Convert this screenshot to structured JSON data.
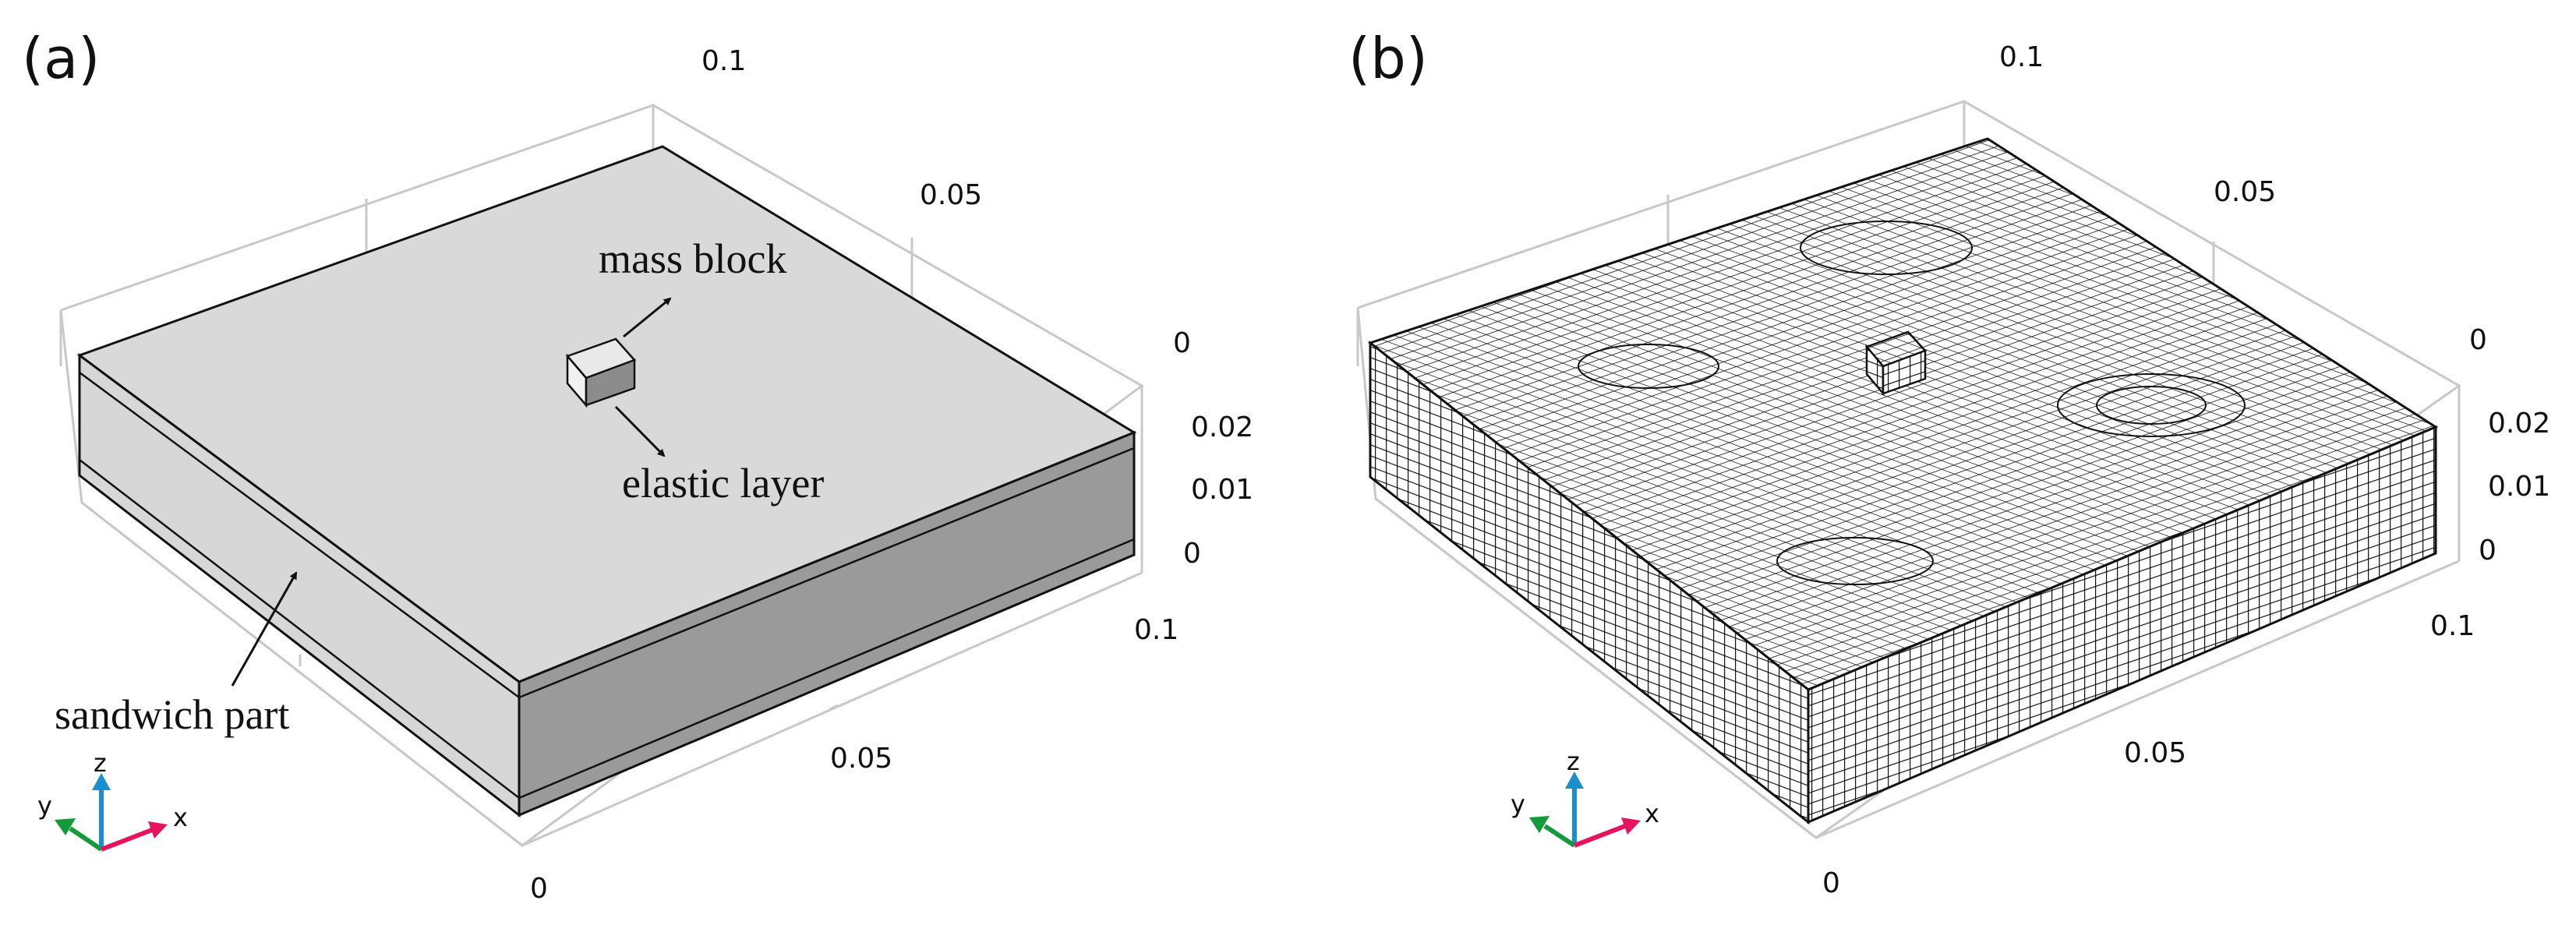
{
  "panels": [
    {
      "label": "(a)",
      "ticks": {
        "top": "0.1",
        "mid_back": "0.05",
        "right_zero": "0",
        "z_high": "0.02",
        "z_mid": "0.01",
        "z_zero": "0",
        "front_right": "0.1",
        "front_mid": "0.05",
        "front_zero": "0"
      },
      "annotations": {
        "mass_block": "mass block",
        "elastic_layer": "elastic layer",
        "sandwich_part": "sandwich part"
      },
      "triad": {
        "z": "z",
        "y": "y",
        "x": "x"
      }
    },
    {
      "label": "(b)",
      "ticks": {
        "top": "0.1",
        "mid_back": "0.05",
        "right_zero": "0",
        "z_high": "0.02",
        "z_mid": "0.01",
        "z_zero": "0",
        "front_right": "0.1",
        "front_mid": "0.05",
        "front_zero": "0"
      },
      "triad": {
        "z": "z",
        "y": "y",
        "x": "x"
      }
    }
  ],
  "colors": {
    "top_face": "#d9d9d9",
    "left_face": "#d7d7d7",
    "right_face": "#9a9a9a",
    "edge": "#111111",
    "grid_box": "#c8c8c8",
    "axis_x": "#e6135f",
    "axis_y": "#139a3c",
    "axis_z": "#1a8fce"
  }
}
